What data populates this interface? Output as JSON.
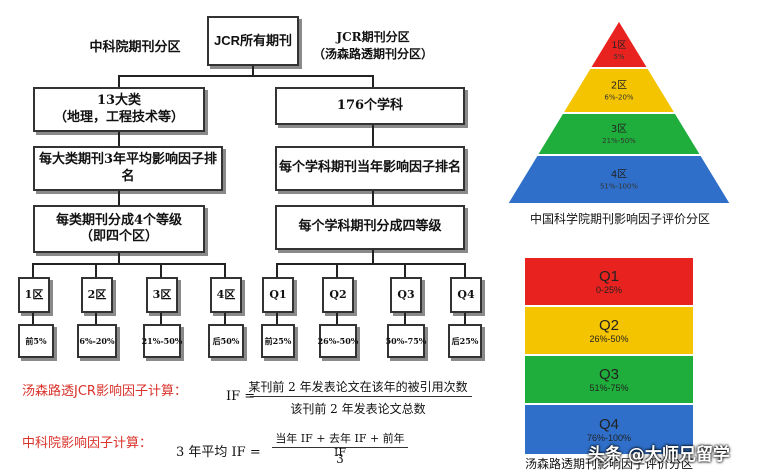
{
  "flowchart": {
    "root": "JCR所有期刊",
    "left_title": "中科院期刊分区",
    "right_title_line1": "JCR期刊分区",
    "right_title_line2": "（汤森路透期刊分区）",
    "left_level1_line1": "13大类",
    "left_level1_line2": "（地理，工程技术等）",
    "right_level1": "176个学科",
    "left_level2": "每大类期刊3年平均影响因子排名",
    "right_level2": "每个学科期刊当年影响因子排名",
    "left_level3_line1": "每类期刊分成4个等级",
    "left_level3_line2": "（即四个区）",
    "right_level3": "每个学科期刊分成四等级",
    "left_zones": [
      {
        "name": "1区",
        "range": "前5%"
      },
      {
        "name": "2区",
        "range": "6%-20%"
      },
      {
        "name": "3区",
        "range": "21%-50%"
      },
      {
        "name": "4区",
        "range": "后50%"
      }
    ],
    "right_zones": [
      {
        "name": "Q1",
        "range": "前25%"
      },
      {
        "name": "Q2",
        "range": "26%-50%"
      },
      {
        "name": "Q3",
        "range": "50%-75%"
      },
      {
        "name": "Q4",
        "range": "后25%"
      }
    ]
  },
  "formulas": {
    "jcr_label": "汤森路透JCR影响因子计算：",
    "jcr_lhs": "IF =",
    "jcr_numerator": "某刊前 2 年发表论文在该年的被引用次数",
    "jcr_denominator": "该刊前 2 年发表论文总数",
    "cas_label": "中科院影响因子计算：",
    "cas_lhs": "3 年平均 IF =",
    "cas_numerator": "当年 IF + 去年 IF + 前年 IF",
    "cas_denominator": "3"
  },
  "pyramid": {
    "caption": "中国科学院期刊影响因子评价分区",
    "levels": [
      {
        "name": "1区",
        "range": "5%",
        "color": "#e8231f"
      },
      {
        "name": "2区",
        "range": "6%-20%",
        "color": "#f5c400"
      },
      {
        "name": "3区",
        "range": "21%-50%",
        "color": "#1fae3b"
      },
      {
        "name": "4区",
        "range": "51%-100%",
        "color": "#2f6fc9"
      }
    ]
  },
  "quartile_chart": {
    "caption": "汤森路透期刊影响因子评价分区",
    "levels": [
      {
        "name": "Q1",
        "range": "0-25%",
        "color": "#e8231f"
      },
      {
        "name": "Q2",
        "range": "26%-50%",
        "color": "#f5c400"
      },
      {
        "name": "Q3",
        "range": "51%-75%",
        "color": "#1fae3b"
      },
      {
        "name": "Q4",
        "range": "76%-100%",
        "color": "#2f6fc9"
      }
    ]
  },
  "watermark": "头条 @大师兄留学"
}
